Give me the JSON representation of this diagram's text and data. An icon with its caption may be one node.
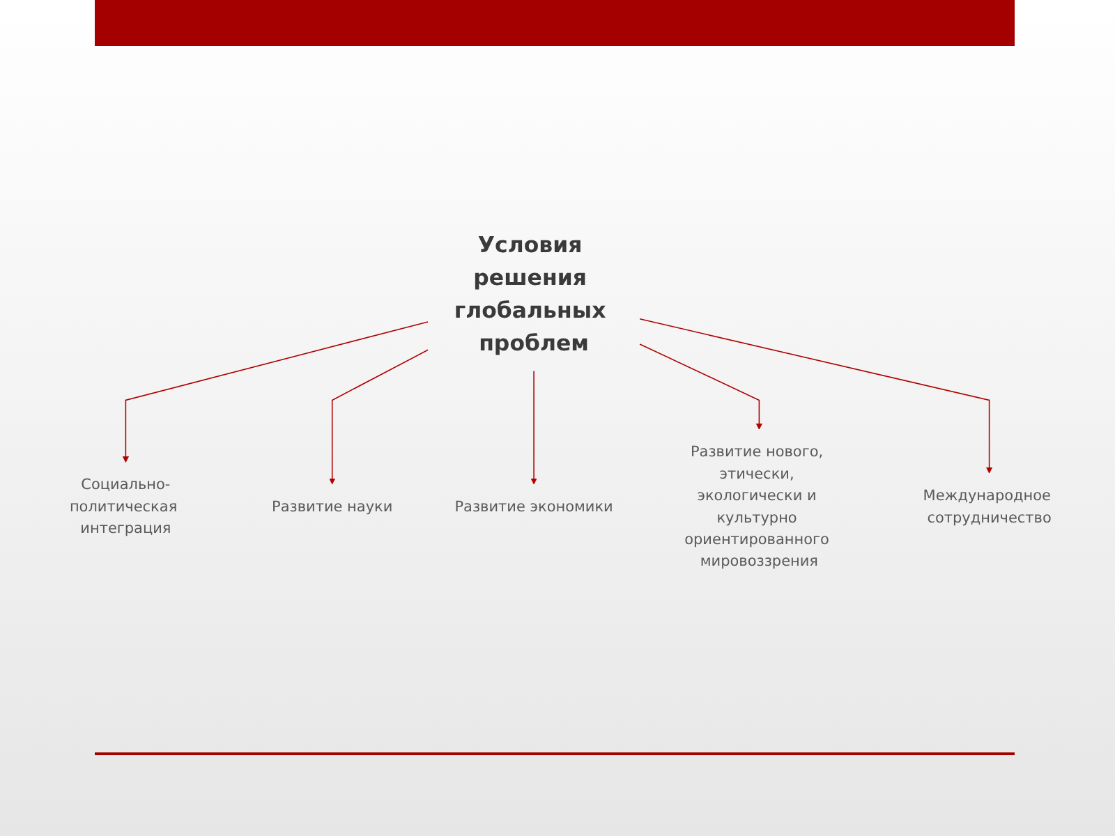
{
  "diagram": {
    "nodes": [
      {
        "text": [
          "Условия решения глобальных проблем"
        ]
      },
      {
        "text": [
          "Социально-политическая интеграция"
        ]
      },
      {
        "text": [
          "Международное сотрудничество"
        ]
      },
      {
        "text": [
          "Развитие науки"
        ]
      },
      {
        "text": [
          "Развитие нового, этически, экологически и культурно ориентированного мировоззрения"
        ]
      },
      {
        "text": [
          "Развитие экономики"
        ]
      }
    ],
    "edges": [
      {
        "from": 0,
        "to": 1,
        "arrow": "to"
      },
      {
        "from": 0,
        "to": 3,
        "arrow": "to"
      },
      {
        "from": 0,
        "to": 5,
        "arrow": "to"
      },
      {
        "from": 0,
        "to": 4,
        "arrow": "to"
      },
      {
        "from": 0,
        "to": 2,
        "arrow": "to"
      }
    ]
  }
}
